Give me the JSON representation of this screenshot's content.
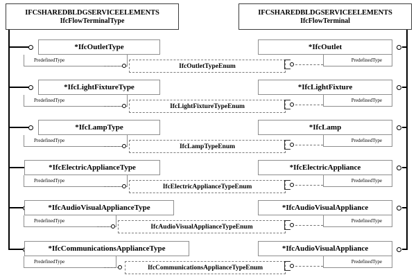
{
  "diagram": {
    "title": "IFC Shared Building Service Elements - Flow Terminal type/occurrence diagram",
    "packages": {
      "left": {
        "namespace": "IFCSHAREDBLDGSERVICEELEMENTS",
        "name": "IfcFlowTerminalType"
      },
      "right": {
        "namespace": "IFCSHAREDBLDGSERVICEELEMENTS",
        "name": "IfcFlowTerminal"
      }
    },
    "attribute_label": "PredefinedType",
    "rows": [
      {
        "type_class": "*IfcOutletType",
        "occurrence_class": "*IfcOutlet",
        "enum": "IfcOutletTypeEnum",
        "left_attribute": "PredefinedType",
        "right_attribute": "PredefinedType"
      },
      {
        "type_class": "*IfcLightFixtureType",
        "occurrence_class": "*IfcLightFixture",
        "enum": "IfcLightFixtureTypeEnum",
        "left_attribute": "PredefinedType",
        "right_attribute": "PredefinedType"
      },
      {
        "type_class": "*IfcLampType",
        "occurrence_class": "*IfcLamp",
        "enum": "IfcLampTypeEnum",
        "left_attribute": "PredefinedType",
        "right_attribute": "PredefinedType"
      },
      {
        "type_class": "*IfcElectricApplianceType",
        "occurrence_class": "*IfcElectricAppliance",
        "enum": "IfcElectricApplianceTypeEnum",
        "left_attribute": "PredefinedType",
        "right_attribute": "PredefinedType"
      },
      {
        "type_class": "*IfcAudioVisualApplianceType",
        "occurrence_class": "*IfcAudioVisualAppliance",
        "enum": "IfcAudioVisualApplianceTypeEnum",
        "left_attribute": "PredefinedType",
        "right_attribute": "PredefinedType"
      },
      {
        "type_class": "*IfcCommunicationsApplianceType",
        "occurrence_class": "*IfcAudioVisualAppliance",
        "enum": "IfcCommunicationsApplianceTypeEnum",
        "left_attribute": "PredefinedType",
        "right_attribute": "PredefinedType"
      }
    ],
    "colors": {
      "line": "#000000",
      "box_border": "#8d8d8d",
      "header_border": "#3a3a3a",
      "dashed": "#7a7a7a",
      "background": "#ffffff"
    }
  }
}
